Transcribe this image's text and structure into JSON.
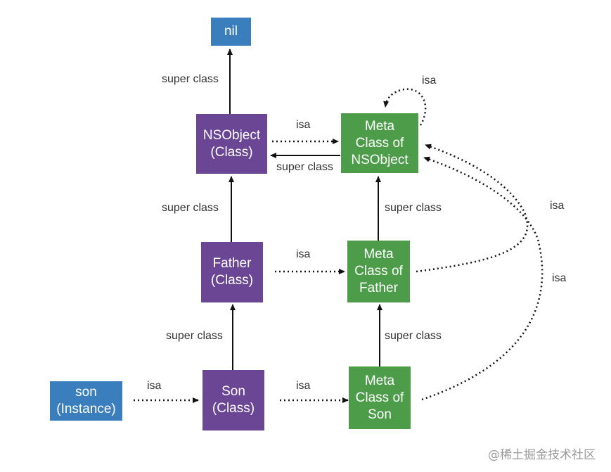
{
  "nodes": {
    "nil": "nil",
    "nsobject_class": "NSObject\n(Class)",
    "meta_nsobject": "Meta\nClass of\nNSObject",
    "father_class": "Father\n(Class)",
    "meta_father": "Meta\nClass of\nFather",
    "son_instance": "son\n(Instance)",
    "son_class": "Son\n(Class)",
    "meta_son": "Meta\nClass of\nSon"
  },
  "labels": {
    "nsobject_to_nil": "super class",
    "father_to_nsobject": "super class",
    "son_to_father": "super class",
    "meta_father_to_meta_nsobject": "super class",
    "meta_son_to_meta_father": "super class",
    "meta_nsobject_to_nsobject": "super class",
    "isa_nsobject": "isa",
    "isa_self": "isa",
    "isa_father": "isa",
    "isa_son": "isa",
    "isa_instance": "isa",
    "isa_meta_father": "isa",
    "isa_meta_son": "isa"
  },
  "colors": {
    "instance": "#3a7ebd",
    "class": "#6b4694",
    "metaclass": "#4d9c4a"
  },
  "watermark": "@稀土掘金技术社区"
}
